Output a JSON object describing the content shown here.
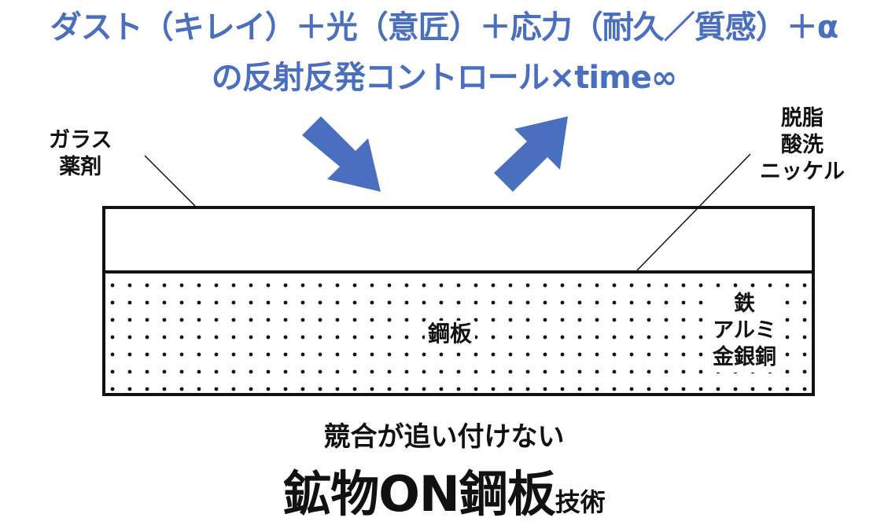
{
  "headline": {
    "line1": "ダスト（キレイ）＋光（意匠）＋応力（耐久／質感）＋α",
    "line2": "の反射反発コントロール×time∞"
  },
  "labels": {
    "glass": [
      "ガラス",
      "薬剤"
    ],
    "coating": [
      "脱脂",
      "酸洗",
      "ニッケル"
    ],
    "steel": "鋼板",
    "metals": [
      "鉄",
      "アルミ",
      "金銀銅"
    ]
  },
  "footer": {
    "tagline": "競合が追い付けない",
    "brand_main": "鉱物ON鋼板",
    "brand_sub": "技術"
  },
  "colors": {
    "accent": "#4a6fbf",
    "ink": "#111111"
  }
}
